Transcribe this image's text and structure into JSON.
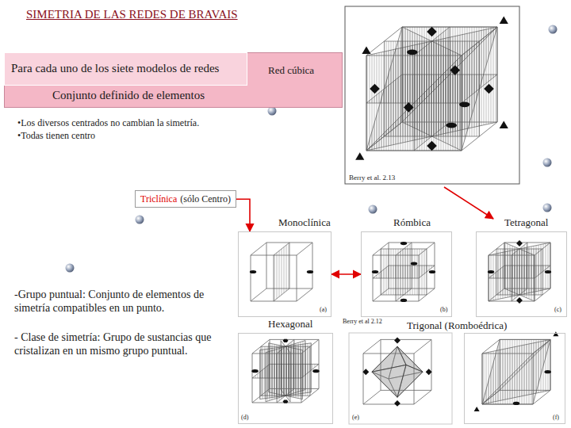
{
  "diagram": {
    "title": "SIMETRIA DE LAS REDES DE BRAVAIS",
    "nodes": [
      {
        "text": [
          "Red cúbica",
          "Conjunto definido de elementos"
        ]
      },
      {
        "text": [
          "Para cada uno de los siete modelos de redes"
        ],
        "in": 0
      },
      {
        "text": [
          "Triclínica",
          "(sólo Centro)"
        ]
      },
      {
        "text": [
          "Monoclínica"
        ]
      },
      {
        "text": [
          "Rómbica"
        ]
      },
      {
        "text": [
          "Tetragonal"
        ]
      },
      {
        "text": [
          "Hexagonal"
        ]
      },
      {
        "text": [
          "Trigonal (Romboédrica)"
        ]
      }
    ],
    "edges": [
      {
        "from": 2,
        "to": 3,
        "arrow": "to"
      },
      {
        "from": 3,
        "to": 4,
        "arrow": "both"
      }
    ],
    "labels": [
      "•Los diversos centrados no cambian la simetría.",
      "•Todas tienen centro",
      "Berry et al. 2.13",
      "-Grupo puntual: Conjunto de elementos de simetría compatibles en un punto.",
      "- Clase de simetría: Grupo de sustancias que cristalizan en un mismo grupo puntual.",
      "Berry et al 2.12",
      "(a)",
      "(b)",
      "(c)",
      "(d)",
      "(e)",
      "(f)"
    ]
  }
}
